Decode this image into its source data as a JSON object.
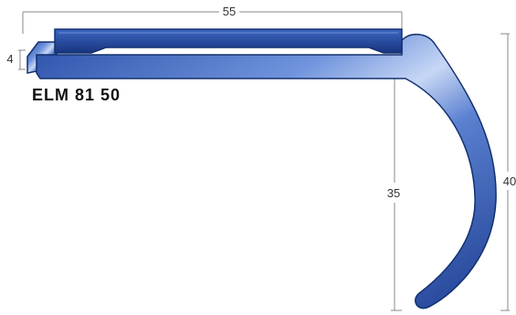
{
  "product": {
    "code": "ELM 81 50"
  },
  "dimensions": {
    "width": "55",
    "lip": "4",
    "inner_drop": "35",
    "total_height": "40"
  },
  "colors": {
    "profile_dark": "#1c3d8c",
    "profile_mid": "#3a66c4",
    "profile_light": "#b9cdf2",
    "dimension_line": "#8a8a8a",
    "text": "#111111"
  }
}
